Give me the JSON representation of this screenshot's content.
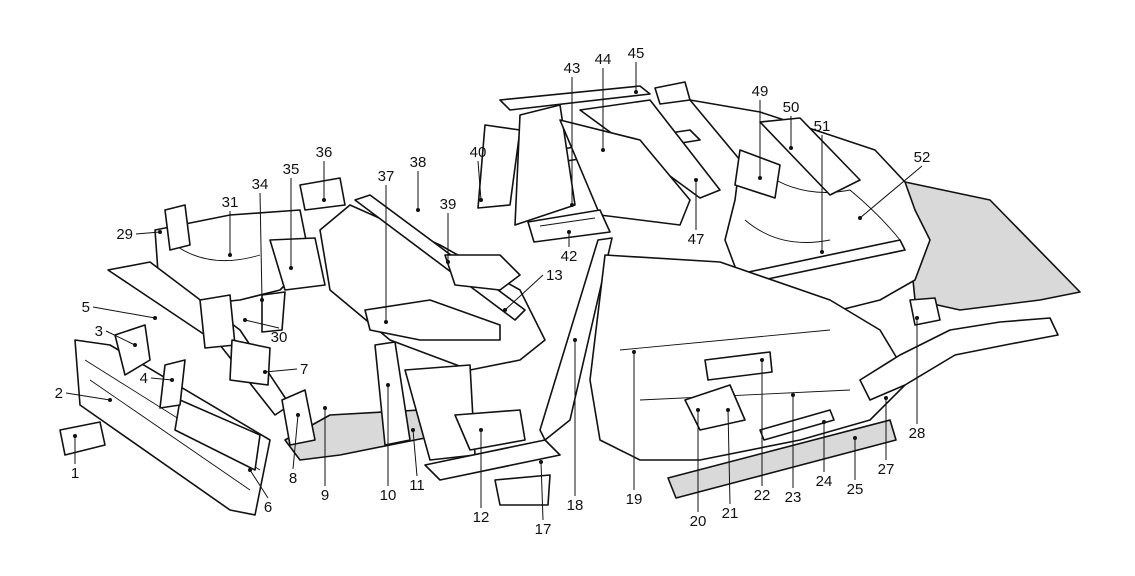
{
  "diagram": {
    "kind": "exploded-parts-diagram",
    "watermark_text": "",
    "callouts": [
      {
        "id": "c1",
        "label": "1"
      },
      {
        "id": "c2",
        "label": "2"
      },
      {
        "id": "c3",
        "label": "3"
      },
      {
        "id": "c4",
        "label": "4"
      },
      {
        "id": "c5",
        "label": "5"
      },
      {
        "id": "c6",
        "label": "6"
      },
      {
        "id": "c7",
        "label": "7"
      },
      {
        "id": "c8",
        "label": "8"
      },
      {
        "id": "c9",
        "label": "9"
      },
      {
        "id": "c10",
        "label": "10"
      },
      {
        "id": "c11",
        "label": "11"
      },
      {
        "id": "c12",
        "label": "12"
      },
      {
        "id": "c13",
        "label": "13"
      },
      {
        "id": "c17",
        "label": "17"
      },
      {
        "id": "c18",
        "label": "18"
      },
      {
        "id": "c19",
        "label": "19"
      },
      {
        "id": "c20",
        "label": "20"
      },
      {
        "id": "c21",
        "label": "21"
      },
      {
        "id": "c22",
        "label": "22"
      },
      {
        "id": "c23",
        "label": "23"
      },
      {
        "id": "c24",
        "label": "24"
      },
      {
        "id": "c25",
        "label": "25"
      },
      {
        "id": "c27",
        "label": "27"
      },
      {
        "id": "c28",
        "label": "28"
      },
      {
        "id": "c29",
        "label": "29"
      },
      {
        "id": "c30",
        "label": "30"
      },
      {
        "id": "c31",
        "label": "31"
      },
      {
        "id": "c34",
        "label": "34"
      },
      {
        "id": "c35",
        "label": "35"
      },
      {
        "id": "c36",
        "label": "36"
      },
      {
        "id": "c37",
        "label": "37"
      },
      {
        "id": "c38",
        "label": "38"
      },
      {
        "id": "c39",
        "label": "39"
      },
      {
        "id": "c40",
        "label": "40"
      },
      {
        "id": "c42",
        "label": "42"
      },
      {
        "id": "c43",
        "label": "43"
      },
      {
        "id": "c44",
        "label": "44"
      },
      {
        "id": "c45",
        "label": "45"
      },
      {
        "id": "c47",
        "label": "47"
      },
      {
        "id": "c49",
        "label": "49"
      },
      {
        "id": "c50",
        "label": "50"
      },
      {
        "id": "c51",
        "label": "51"
      },
      {
        "id": "c52",
        "label": "52"
      }
    ]
  }
}
